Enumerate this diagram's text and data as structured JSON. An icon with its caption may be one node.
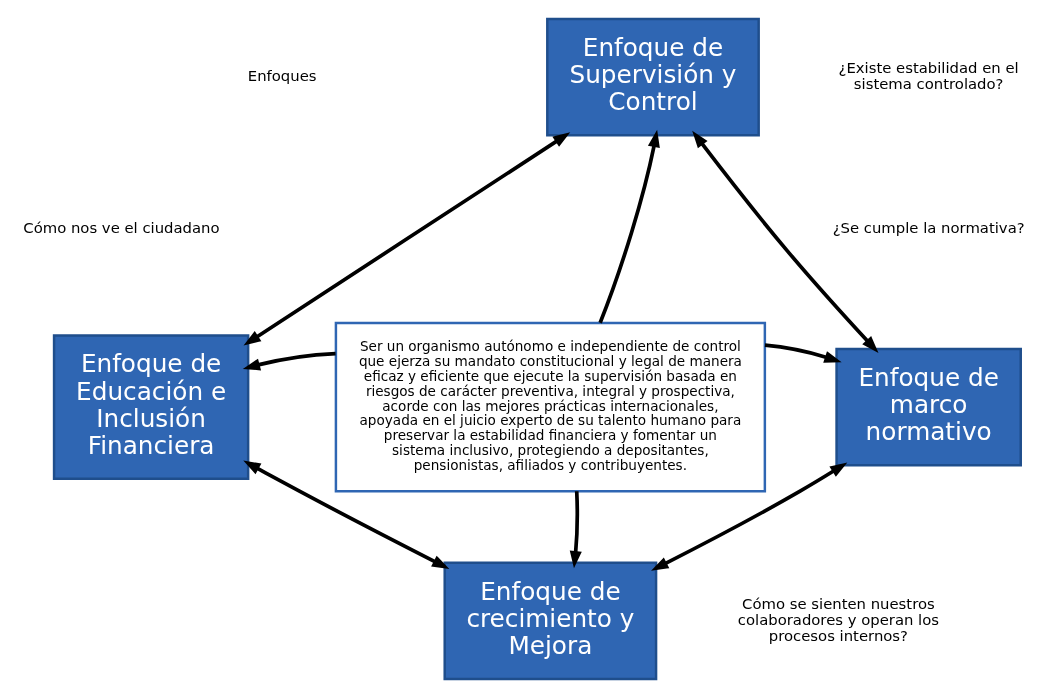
{
  "diagram": {
    "nodes": [
      {
        "text": [
          "Enfoque de Supervisión y Control"
        ]
      },
      {
        "text": [
          "Ser un organismo autónomo e independiente de control que ejerza su mandato constitucional y legal de manera eficaz y eficiente que ejecute la supervisión basada en riesgos de carácter preventiva, integral y prospectiva, acorde con las mejores prácticas internacionales, apoyada en el juicio experto de su talento humano para preservar la estabilidad financiera y fomentar un sistema inclusivo, protegiendo a depositantes, pensionistas, afiliados y contribuyentes."
        ]
      },
      {
        "text": [
          "Enfoque de Educación e Inclusión Financiera"
        ]
      },
      {
        "text": [
          "Enfoque de marco normativo"
        ]
      },
      {
        "text": [
          "Enfoque de crecimiento y Mejora"
        ]
      }
    ],
    "edges": [
      {
        "from": 1,
        "to": 0,
        "arrow": "to"
      },
      {
        "from": 1,
        "to": 2,
        "arrow": "to"
      },
      {
        "from": 1,
        "to": 3,
        "arrow": "to"
      },
      {
        "from": 1,
        "to": 4,
        "arrow": "to"
      },
      {
        "from": 2,
        "to": 0,
        "arrow": "both"
      },
      {
        "from": 0,
        "to": 3,
        "arrow": "both"
      },
      {
        "from": 3,
        "to": 4,
        "arrow": "both"
      },
      {
        "from": 4,
        "to": 2,
        "arrow": "both"
      }
    ],
    "labels": [
      "Enfoques",
      "¿Existe estabilidad en el sistema controlado?",
      "Cómo nos ve el ciudadano",
      "¿Se cumple la normativa?",
      "Cómo se sienten nuestros colaboradores y operan los procesos internos?"
    ]
  }
}
